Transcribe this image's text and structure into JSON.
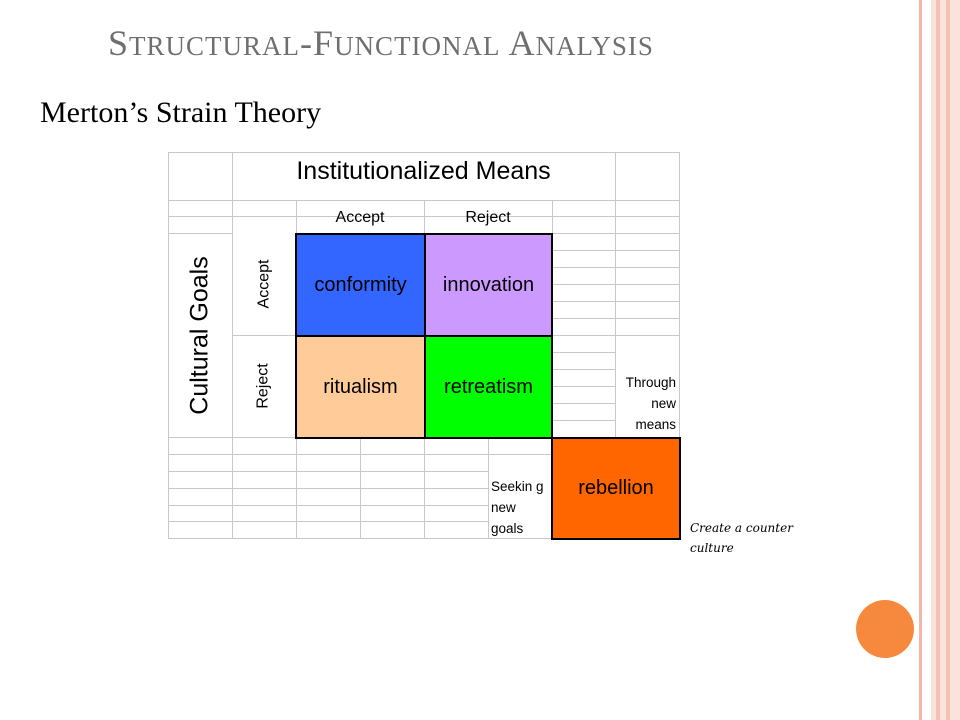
{
  "slide": {
    "title": "Structural-Functional Analysis",
    "subtitle": "Merton’s Strain Theory"
  },
  "diagram": {
    "column_header": "Institutionalized Means",
    "row_header": "Cultural Goals",
    "columns": [
      "Accept",
      "Reject"
    ],
    "rows": [
      "Accept",
      "Reject"
    ],
    "cells": [
      {
        "label": "conformity",
        "color": "#3366ff"
      },
      {
        "label": "innovation",
        "color": "#cc99ff"
      },
      {
        "label": "ritualism",
        "color": "#ffcc99"
      },
      {
        "label": "retreatism",
        "color": "#00ff00"
      },
      {
        "label": "rebellion",
        "color": "#ff6600"
      }
    ],
    "notes": {
      "through_new_means": "Through new means",
      "seeking_new_goals": "Seekin g new goals",
      "counter_culture": "Create a counter culture"
    }
  },
  "colors": {
    "accent": "#f7893f",
    "edge": "#f2b7a8",
    "title": "#6f6f6f"
  }
}
